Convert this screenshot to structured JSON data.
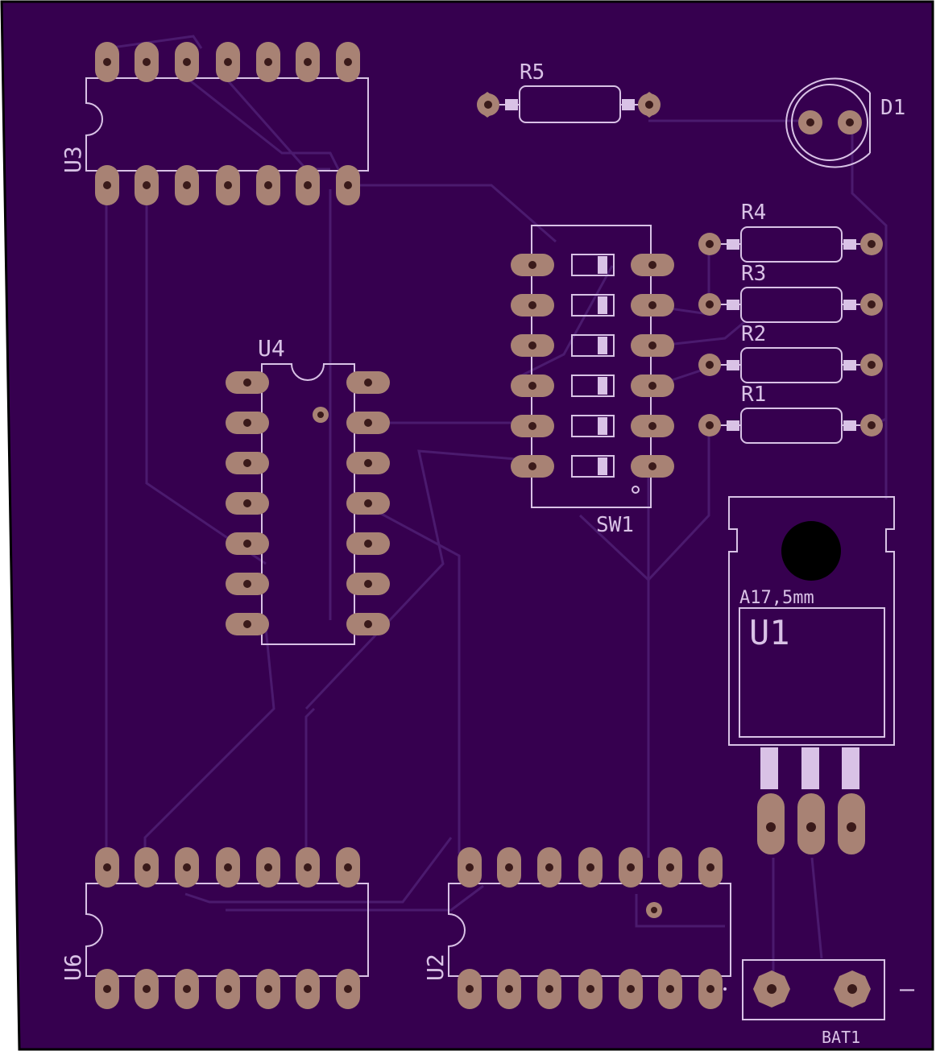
{
  "board": {
    "substrate_color": "#36004f",
    "outline_color": "#000000",
    "trace_color": "#4b1a6e",
    "silkscreen_color": "#d9c2e6",
    "copper_color": "#a88274",
    "hole_color": "#3a1a1a"
  },
  "labels": {
    "u3": "U3",
    "u4": "U4",
    "u6": "U6",
    "u2": "U2",
    "u1": "U1",
    "u1_package": "A17,5mm",
    "sw1": "SW1",
    "r1": "R1",
    "r2": "R2",
    "r3": "R3",
    "r4": "R4",
    "r5": "R5",
    "d1": "D1",
    "bat1": "BAT1",
    "bat1_minus": "–"
  }
}
